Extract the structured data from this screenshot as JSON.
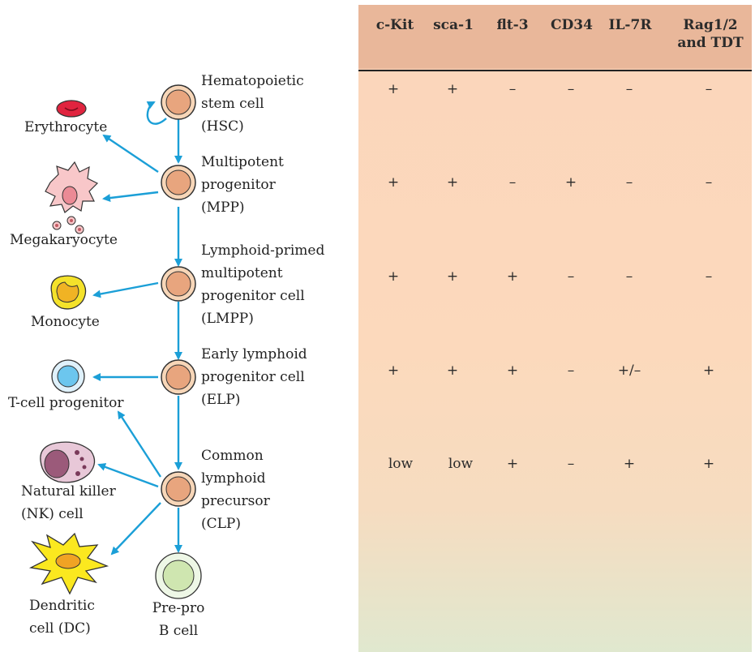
{
  "colors": {
    "arrow": "#1b9fd7",
    "header_bg": "#e9b79a",
    "table_bg": "#fcd9bc"
  },
  "progenitors": [
    {
      "key": "hsc",
      "label": "Hematopoietic\nstem cell\n(HSC)"
    },
    {
      "key": "mpp",
      "label": "Multipotent\nprogenitor\n(MPP)"
    },
    {
      "key": "lmpp",
      "label": "Lymphoid-primed\nmultipotent\nprogenitor cell\n(LMPP)"
    },
    {
      "key": "elp",
      "label": "Early lymphoid\nprogenitor cell\n(ELP)"
    },
    {
      "key": "clp",
      "label": "Common\nlymphoid\nprecursor\n(CLP)"
    }
  ],
  "mature_cells": {
    "erythrocyte": "Erythrocyte",
    "megakaryocyte": "Megakaryocyte",
    "monocyte": "Monocyte",
    "t_cell_progenitor": "T-cell progenitor",
    "nk_cell": "Natural killer\n(NK) cell",
    "dendritic_cell": "Dendritic\ncell (DC)",
    "pre_pro_b": "Pre-pro\nB cell"
  },
  "table": {
    "headers": [
      "c-Kit",
      "sca-1",
      "flt-3",
      "CD34",
      "IL-7R",
      "Rag1/2\nand TDT"
    ],
    "rows": [
      [
        "+",
        "+",
        "–",
        "–",
        "–",
        "–"
      ],
      [
        "+",
        "+",
        "–",
        "+",
        "–",
        "–"
      ],
      [
        "+",
        "+",
        "+",
        "–",
        "–",
        "–"
      ],
      [
        "+",
        "+",
        "+",
        "–",
        "+/–",
        "+"
      ],
      [
        "low",
        "low",
        "+",
        "–",
        "+",
        "+"
      ]
    ]
  }
}
